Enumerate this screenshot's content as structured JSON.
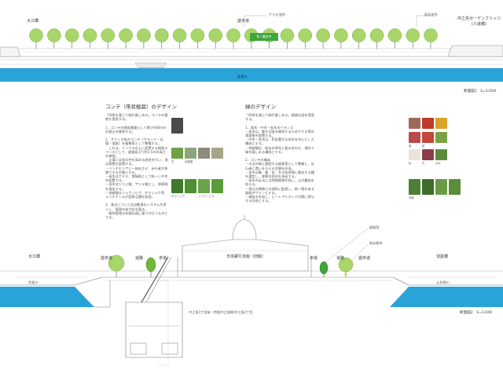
{
  "top_section": {
    "left_label": "大江橋",
    "walkway_label": "遊歩道",
    "right_label": "中之島ガーデンブリッジ\n(人道橋)",
    "tree_note": "ケヤキ並木",
    "tree_note_right": "既存並木",
    "green_badge": "N / 検討中",
    "river_label": "堂島川",
    "scale_label": "断面図1　S=1/300"
  },
  "left_panel": {
    "title": "コンテ（帯状植栽）のデザイン",
    "body": [
      "「四季を通じて緑が楽しめる」コンテの植栽を提案する。",
      "",
      "1．コンテの植栽基盤として厚さ600mmの客土を確保する。",
      "",
      "2．オフィス街のコンテ（グランド・広場・道路）を緩衝帯として整備する。",
      "　これは、インフラの上に設置する植栽スペースとして、道路面より約1.5mの高さを確保。",
      "　土壌には保水性を高める改良を行い、潅水装置を設置する。",
      "・ベンチエリアと一体化させ、歩行者が休憩できる空間とする。",
      "・高木はケヤキ、常緑樹として統一し中木を配置する。",
      "・低木はツツジ類、サツキ類とし、季節感を演出する。",
      "・地被類はリュウノヒゲ、タマリュウ等、メンテナンスが容易な種を採用。",
      "",
      "3．潅水については自動潅水システムを導入し、管理の省力化を図る。",
      "　維持管理は年間計画に基づき行うものとする。"
    ],
    "thumb_captions": [
      "芝",
      "地被類",
      "タマリュウ",
      "リュウノヒゲ"
    ]
  },
  "right_panel": {
    "title": "緑のデザイン",
    "body": [
      "「四季を通じて緑が楽しめる」植栽計画を提案する。",
      "",
      "1．高木・中木・低木のバランス",
      "・高木は、夏の日陰を確保するためケヤキ等の落葉樹を配置する。",
      "・中木・低木は、色彩豊かな花木を中心とした構成とする。",
      "・地被類は、既存の草花と組み合わせ、通年で緑を楽しめる構成とする。",
      "",
      "2．コンテの構成",
      "・水辺の緑と連続する植栽帯として整備し、歩行者に潤いを与える空間を形成。",
      "・花木は春、夏、秋、冬の各季節に開花する種を選定し、季節の変化を演出する。",
      "・高木の足元には地被植物を配し、土の露出を抑える。",
      "・周辺の景観との調和に配慮し、統一感のある植栽デザインとする。",
      "・緑陰を形成し、ヒートアイランド対策に寄与する計画とする。"
    ],
    "thumb_captions": [
      "春",
      "夏",
      "秋",
      "冬",
      "花木",
      "地被"
    ]
  },
  "bottom_section": {
    "left_label": "大江橋",
    "walkway_left": "遊歩道",
    "road_left": "道路",
    "sidewalk_left": "歩道",
    "center_label": "日本銀行本館（旧館）",
    "sidewalk_right": "歩道",
    "road_right": "道路",
    "walkway_right": "遊歩道",
    "right_label": "淀屋橋",
    "river_left": "堂島川",
    "river_right": "土佐堀川",
    "station_label": "中之島1丁目駅（京阪中之島線）",
    "street_label": "中之島2丁目",
    "note_right_1": "植栽帯",
    "note_right_2": "既存樹木",
    "scale_label": "断面図2　S=1/300"
  },
  "colors": {
    "river": "#2aa3d8",
    "tree": "#a8d66a",
    "tree_dark": "#72b63a",
    "badge": "#3ea63b"
  }
}
